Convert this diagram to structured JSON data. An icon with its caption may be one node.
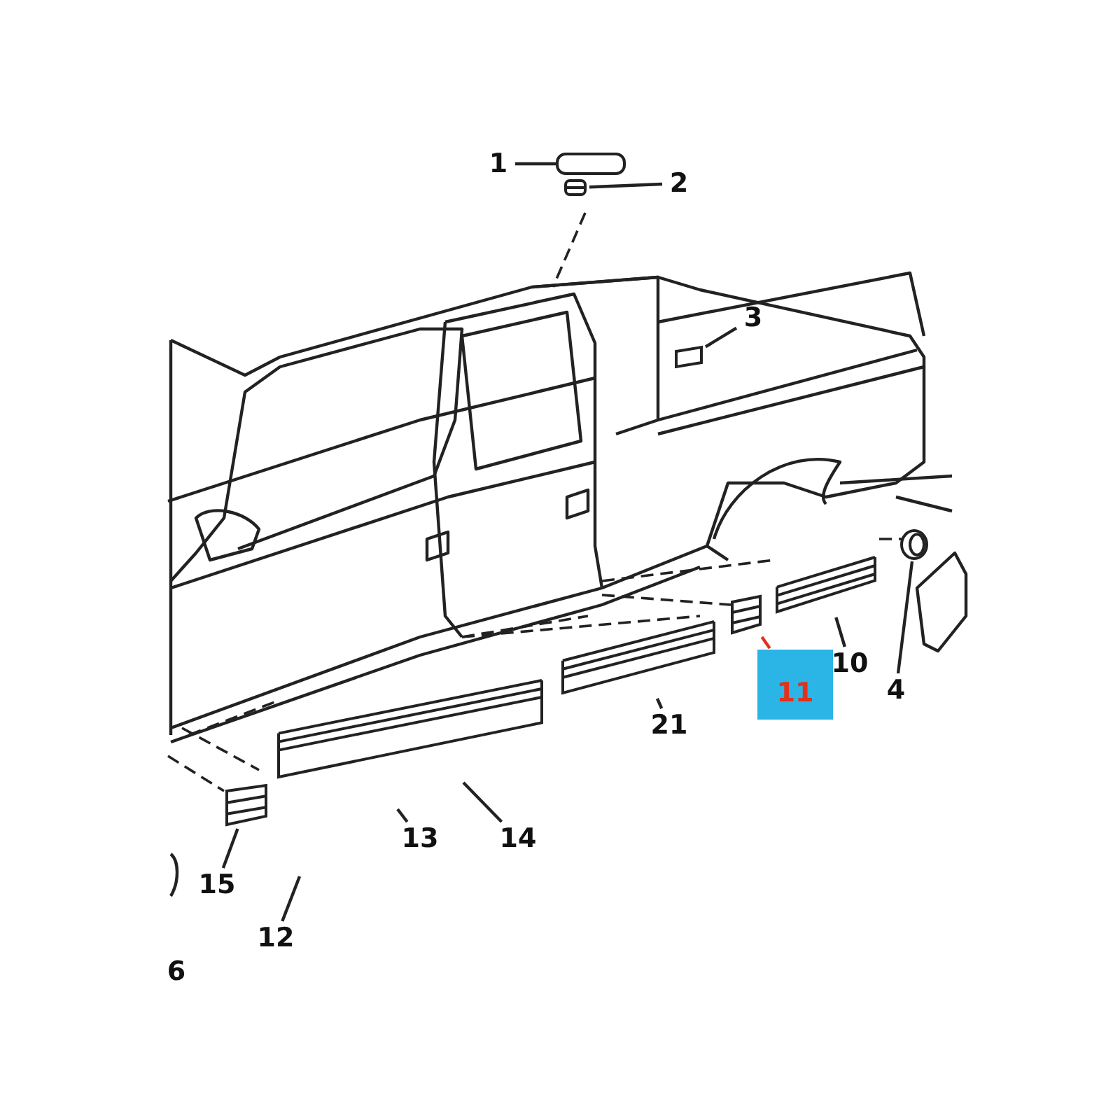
{
  "diagram": {
    "nodes": [
      {
        "text": [
          "1"
        ]
      },
      {
        "text": [
          "2"
        ]
      },
      {
        "text": [
          "3"
        ]
      },
      {
        "text": [
          "10"
        ]
      },
      {
        "text": [
          "4"
        ]
      },
      {
        "text": [
          "11"
        ]
      },
      {
        "text": [
          "21"
        ]
      },
      {
        "text": [
          "14"
        ]
      },
      {
        "text": [
          "13"
        ]
      },
      {
        "text": [
          "15"
        ]
      },
      {
        "text": [
          "12"
        ]
      },
      {
        "text": [],
        "shape": "box"
      },
      {
        "text": [],
        "shape": "box"
      },
      {
        "text": [],
        "shape": "box"
      },
      {
        "text": [],
        "shape": "bar"
      },
      {
        "text": [],
        "shape": "circle"
      },
      {
        "text": [],
        "shape": "box"
      },
      {
        "text": [],
        "shape": "bar"
      },
      {
        "text": [],
        "shape": "bar"
      },
      {
        "text": [],
        "shape": "box"
      }
    ],
    "edges": [
      {
        "from": 0,
        "to": 11,
        "arrow": "none"
      },
      {
        "from": 1,
        "to": 12,
        "arrow": "none"
      },
      {
        "from": 2,
        "to": 13,
        "arrow": "none"
      },
      {
        "from": 3,
        "to": 14,
        "arrow": "none"
      },
      {
        "from": 4,
        "to": 15,
        "arrow": "none"
      },
      {
        "from": 5,
        "to": 16,
        "arrow": "none",
        "color": "#e0321e"
      },
      {
        "from": 6,
        "to": 17,
        "arrow": "none"
      },
      {
        "from": 7,
        "to": 18,
        "arrow": "none"
      },
      {
        "from": 8,
        "to": null,
        "arrow": "none"
      },
      {
        "from": 9,
        "to": 19,
        "arrow": "none"
      },
      {
        "from": 10,
        "to": null,
        "arrow": "none"
      }
    ],
    "labels": [
      "6"
    ]
  }
}
